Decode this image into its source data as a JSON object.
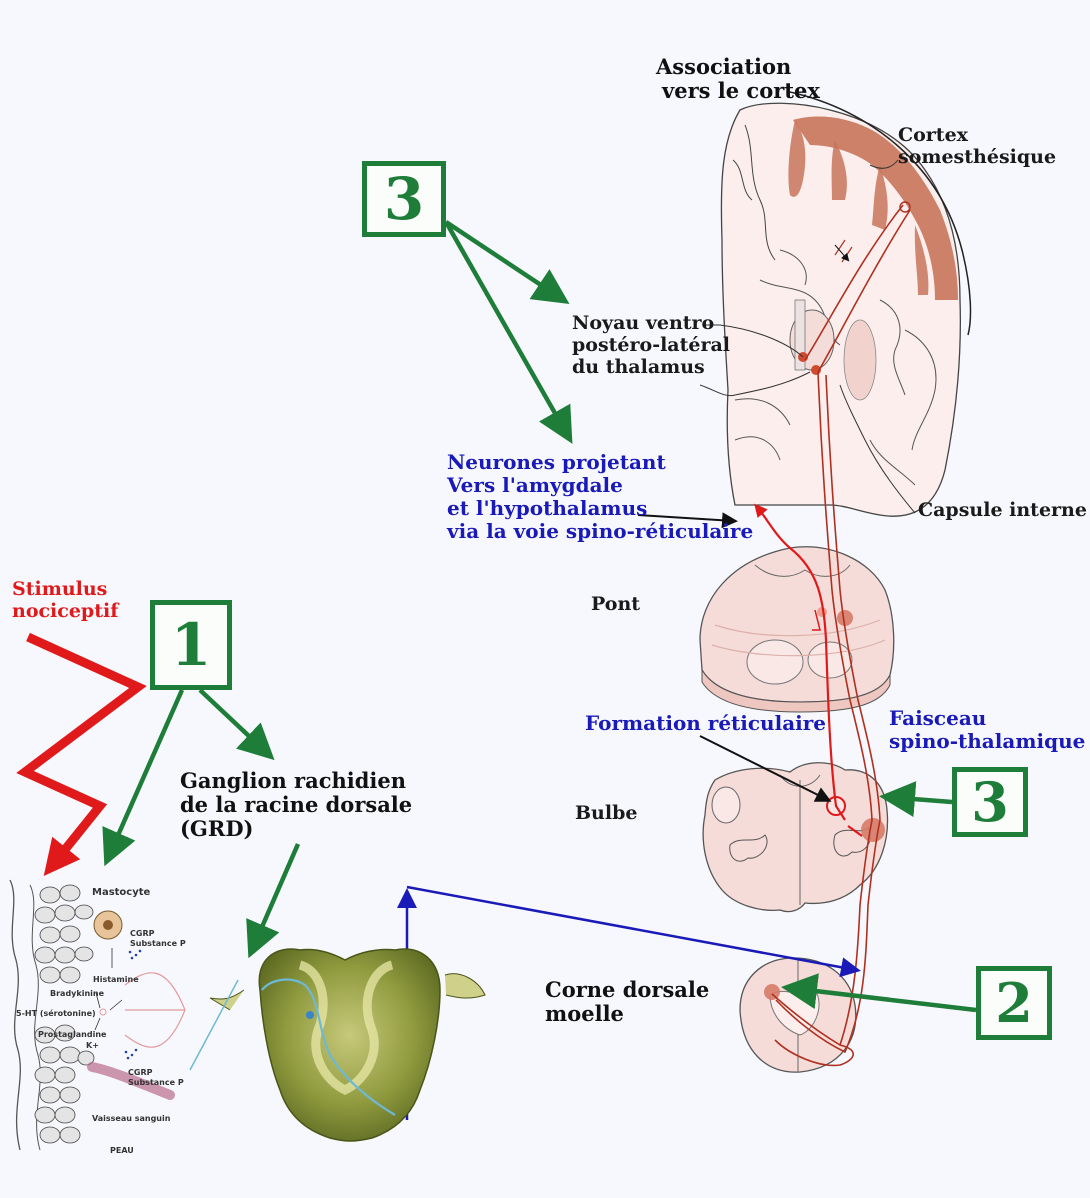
{
  "labels": {
    "association": [
      "Association",
      "vers le cortex"
    ],
    "cortex": [
      "Cortex",
      "somesthésique"
    ],
    "noyau": [
      "Noyau ventro",
      "postéro-latéral",
      "du thalamus"
    ],
    "neurones": [
      "Neurones projetant",
      "Vers l'amygdale",
      "et l'hypothalamus",
      "via la voie spino-réticulaire"
    ],
    "capsule": "Capsule interne",
    "stimulus": [
      "Stimulus",
      "nociceptif"
    ],
    "pont": "Pont",
    "formation": "Formation réticulaire",
    "faisceau": [
      "Faisceau",
      "spino-thalamique"
    ],
    "ganglion": [
      "Ganglion rachidien",
      "de la racine dorsale",
      "(GRD)"
    ],
    "bulbe": "Bulbe",
    "corne": [
      "Corne dorsale",
      "moelle"
    ]
  },
  "boxes": {
    "box_3_top": "3",
    "box_1": "1",
    "box_3_right": "3",
    "box_2": "2"
  },
  "skin_inset": {
    "mastocyte": "Mastocyte",
    "cgrp_top": "CGRP",
    "substance_p_top": "Substance P",
    "histamine": "Histamine",
    "bradykinine": "Bradykinine",
    "serotonine": "5-HT (sérotonine)",
    "prostaglandine": "Prostaglandine",
    "k_plus": "K+",
    "cgrp_bottom": "CGRP",
    "substance_p_bottom": "Substance P",
    "vaisseau": "Vaisseau sanguin",
    "peau": "PEAU"
  },
  "colors": {
    "green": "#1e7d38",
    "blue": "#1a1ab8",
    "red": "#e01a1a",
    "tract": "#b03020",
    "tissue": "#f3d6d2",
    "cortex_fill": "#c8745a"
  }
}
